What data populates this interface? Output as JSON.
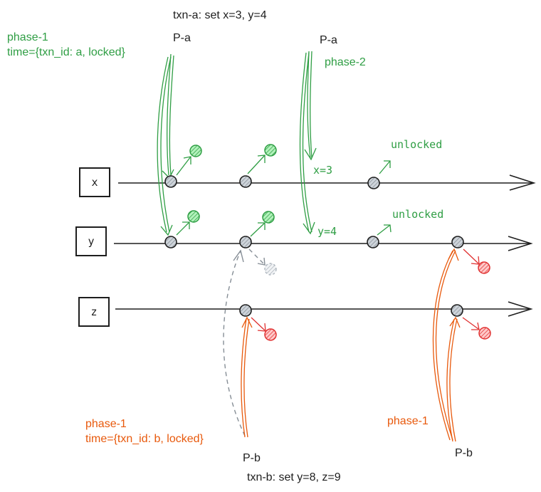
{
  "labels": {
    "txn_a": "txn-a: set x=3, y=4",
    "pa_left": "P-a",
    "pa_right": "P-a",
    "phase1_a": "phase-1",
    "time_a": "time={txn_id: a, locked}",
    "phase2": "phase-2",
    "x_eq": "x=3",
    "y_eq": "y=4",
    "unlocked_x": "unlocked",
    "unlocked_y": "unlocked",
    "phase1_b": "phase-1",
    "time_b": "time={txn_id: b, locked}",
    "pb_left": "P-b",
    "txn_b": "txn-b: set y=8, z=9",
    "phase1_b2": "phase-1",
    "pb_right": "P-b"
  },
  "keys": [
    "x",
    "y",
    "z"
  ],
  "colors": {
    "stroke": "#1e1e1e",
    "green": "#2f9e44",
    "orange": "#e8590c",
    "red": "#e03131",
    "dashed": "#868e96"
  }
}
